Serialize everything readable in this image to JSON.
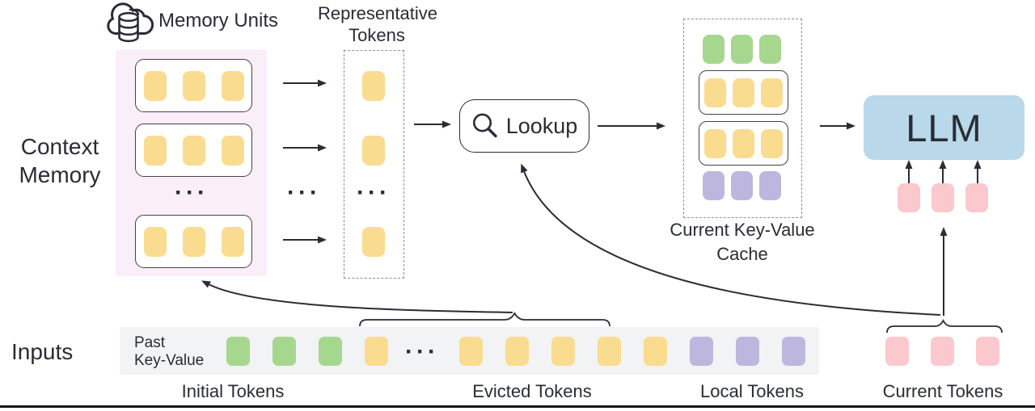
{
  "labels": {
    "memory_units": "Memory Units",
    "representative_line1": "Representative",
    "representative_line2": "Tokens",
    "context_line1": "Context",
    "context_line2": "Memory",
    "lookup": "Lookup",
    "cache_line1": "Current Key-Value",
    "cache_line2": "Cache",
    "llm": "LLM",
    "inputs": "Inputs",
    "past_line1": "Past",
    "past_line2": "Key-Value",
    "initial_tokens": "Initial Tokens",
    "evicted_tokens": "Evicted Tokens",
    "local_tokens": "Local Tokens",
    "current_tokens": "Current Tokens",
    "ellipsis": "···"
  },
  "colors": {
    "yellow": "#FADC90",
    "green": "#A6D78F",
    "purple": "#BDB7DF",
    "pink": "#FBC8CD",
    "blue": "#B9D8E9",
    "memory_bg": "#FAEEF8",
    "strip_bg": "#F2F3F4",
    "line": "#2A2C36",
    "dash": "#8E8E96",
    "rule": "#161616",
    "white": "#FFFFFF"
  },
  "tokens": {
    "memory_row": {
      "count": 3,
      "color": "yellow"
    },
    "rep_single": {
      "count": 1,
      "color": "yellow"
    },
    "cache_green": {
      "count": 3,
      "color": "green"
    },
    "cache_yellow": {
      "count": 3,
      "color": "yellow"
    },
    "cache_purple": {
      "count": 3,
      "color": "purple"
    },
    "llm_inputs": {
      "count": 3,
      "color": "pink"
    },
    "strip_initial": {
      "count": 3,
      "color": "green"
    },
    "strip_evicted_head": {
      "count": 1,
      "color": "yellow"
    },
    "strip_evicted_tail": {
      "count": 5,
      "color": "yellow"
    },
    "strip_local": {
      "count": 3,
      "color": "purple"
    },
    "current_tokens": {
      "count": 3,
      "color": "pink"
    }
  }
}
